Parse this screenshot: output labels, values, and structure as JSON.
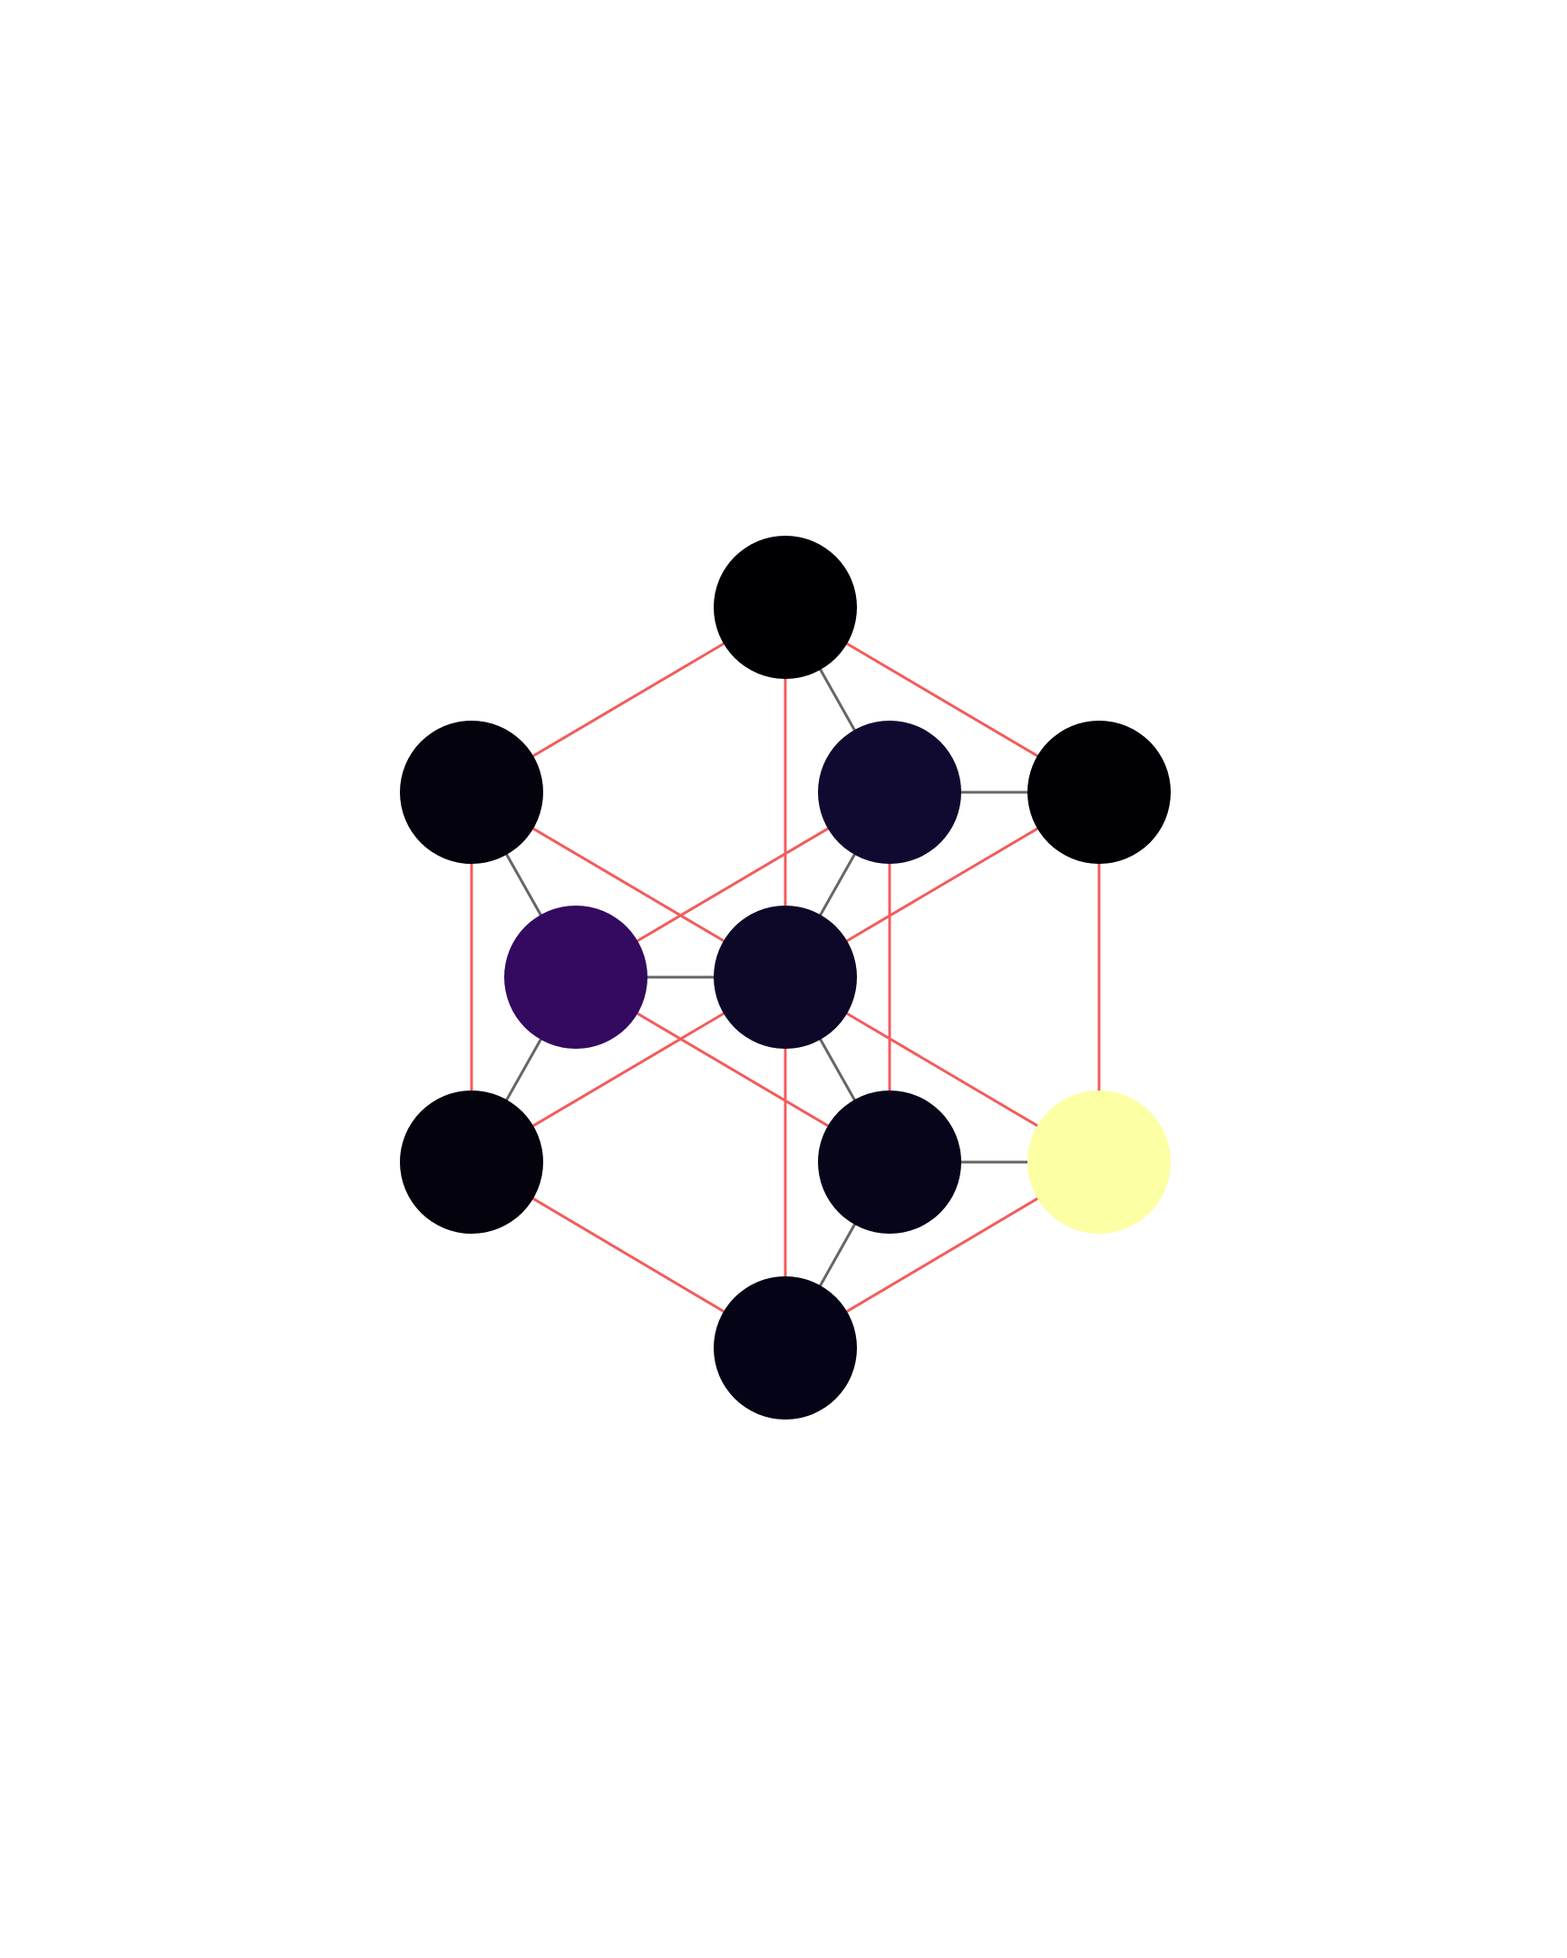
{
  "graph": {
    "edge_colors": {
      "dark": "#666666",
      "red": "#f25c5c"
    },
    "nodes": [
      {
        "id": "top",
        "color": "#000004"
      },
      {
        "id": "upper-left",
        "color": "#03020d"
      },
      {
        "id": "inner-top",
        "color": "#110a30"
      },
      {
        "id": "upper-right",
        "color": "#010005"
      },
      {
        "id": "inner-left",
        "color": "#330a5f"
      },
      {
        "id": "center",
        "color": "#0e0828"
      },
      {
        "id": "lower-left",
        "color": "#03020d"
      },
      {
        "id": "inner-bottom",
        "color": "#07051a"
      },
      {
        "id": "lower-right",
        "color": "#fcffa4"
      },
      {
        "id": "bottom",
        "color": "#050417"
      }
    ],
    "edges": [
      {
        "from": "top",
        "to": "inner-top",
        "type": "dark"
      },
      {
        "from": "inner-top",
        "to": "upper-right",
        "type": "dark"
      },
      {
        "from": "inner-top",
        "to": "center",
        "type": "dark"
      },
      {
        "from": "upper-left",
        "to": "inner-left",
        "type": "dark"
      },
      {
        "from": "inner-left",
        "to": "center",
        "type": "dark"
      },
      {
        "from": "inner-left",
        "to": "lower-left",
        "type": "dark"
      },
      {
        "from": "center",
        "to": "inner-bottom",
        "type": "dark"
      },
      {
        "from": "inner-bottom",
        "to": "lower-right",
        "type": "dark"
      },
      {
        "from": "inner-bottom",
        "to": "bottom",
        "type": "dark"
      },
      {
        "from": "top",
        "to": "upper-left",
        "type": "red"
      },
      {
        "from": "top",
        "to": "upper-right",
        "type": "red"
      },
      {
        "from": "top",
        "to": "center",
        "type": "red"
      },
      {
        "from": "upper-left",
        "to": "lower-left",
        "type": "red"
      },
      {
        "from": "upper-left",
        "to": "center",
        "type": "red"
      },
      {
        "from": "upper-right",
        "to": "lower-right",
        "type": "red"
      },
      {
        "from": "upper-right",
        "to": "center",
        "type": "red"
      },
      {
        "from": "lower-left",
        "to": "center",
        "type": "red"
      },
      {
        "from": "lower-left",
        "to": "bottom",
        "type": "red"
      },
      {
        "from": "lower-right",
        "to": "center",
        "type": "red"
      },
      {
        "from": "lower-right",
        "to": "bottom",
        "type": "red"
      },
      {
        "from": "center",
        "to": "bottom",
        "type": "red"
      },
      {
        "from": "inner-top",
        "to": "inner-left",
        "type": "red"
      },
      {
        "from": "inner-top",
        "to": "inner-bottom",
        "type": "red"
      },
      {
        "from": "inner-left",
        "to": "inner-bottom",
        "type": "red"
      }
    ]
  }
}
